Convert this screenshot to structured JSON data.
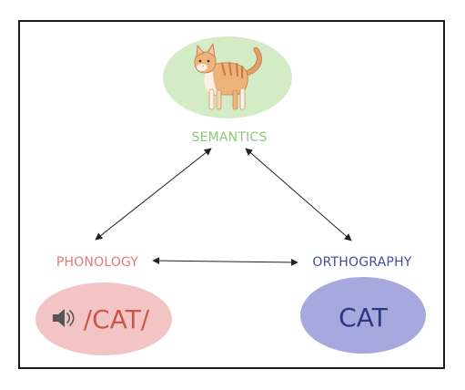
{
  "diagram": {
    "nodes": {
      "semantics": {
        "label": "SEMANTICS",
        "label_color": "#8cc97a",
        "blob_color": "#d4ecc6",
        "picture": "cat-illustration"
      },
      "phonology": {
        "label": "PHONOLOGY",
        "label_color": "#e07a7a",
        "blob_color": "#f2c4c4",
        "icon": "speaker-icon",
        "word": "/CAT/",
        "word_color": "#c9574f"
      },
      "orthography": {
        "label": "ORTHOGRAPHY",
        "label_color": "#3e4ea0",
        "blob_color": "#a6a8de",
        "word": "CAT",
        "word_color": "#2f3585"
      }
    },
    "edges": [
      {
        "from": "semantics",
        "to": "phonology",
        "direction": "both"
      },
      {
        "from": "semantics",
        "to": "orthography",
        "direction": "both"
      },
      {
        "from": "phonology",
        "to": "orthography",
        "direction": "both"
      }
    ],
    "line_color": "#222222"
  }
}
